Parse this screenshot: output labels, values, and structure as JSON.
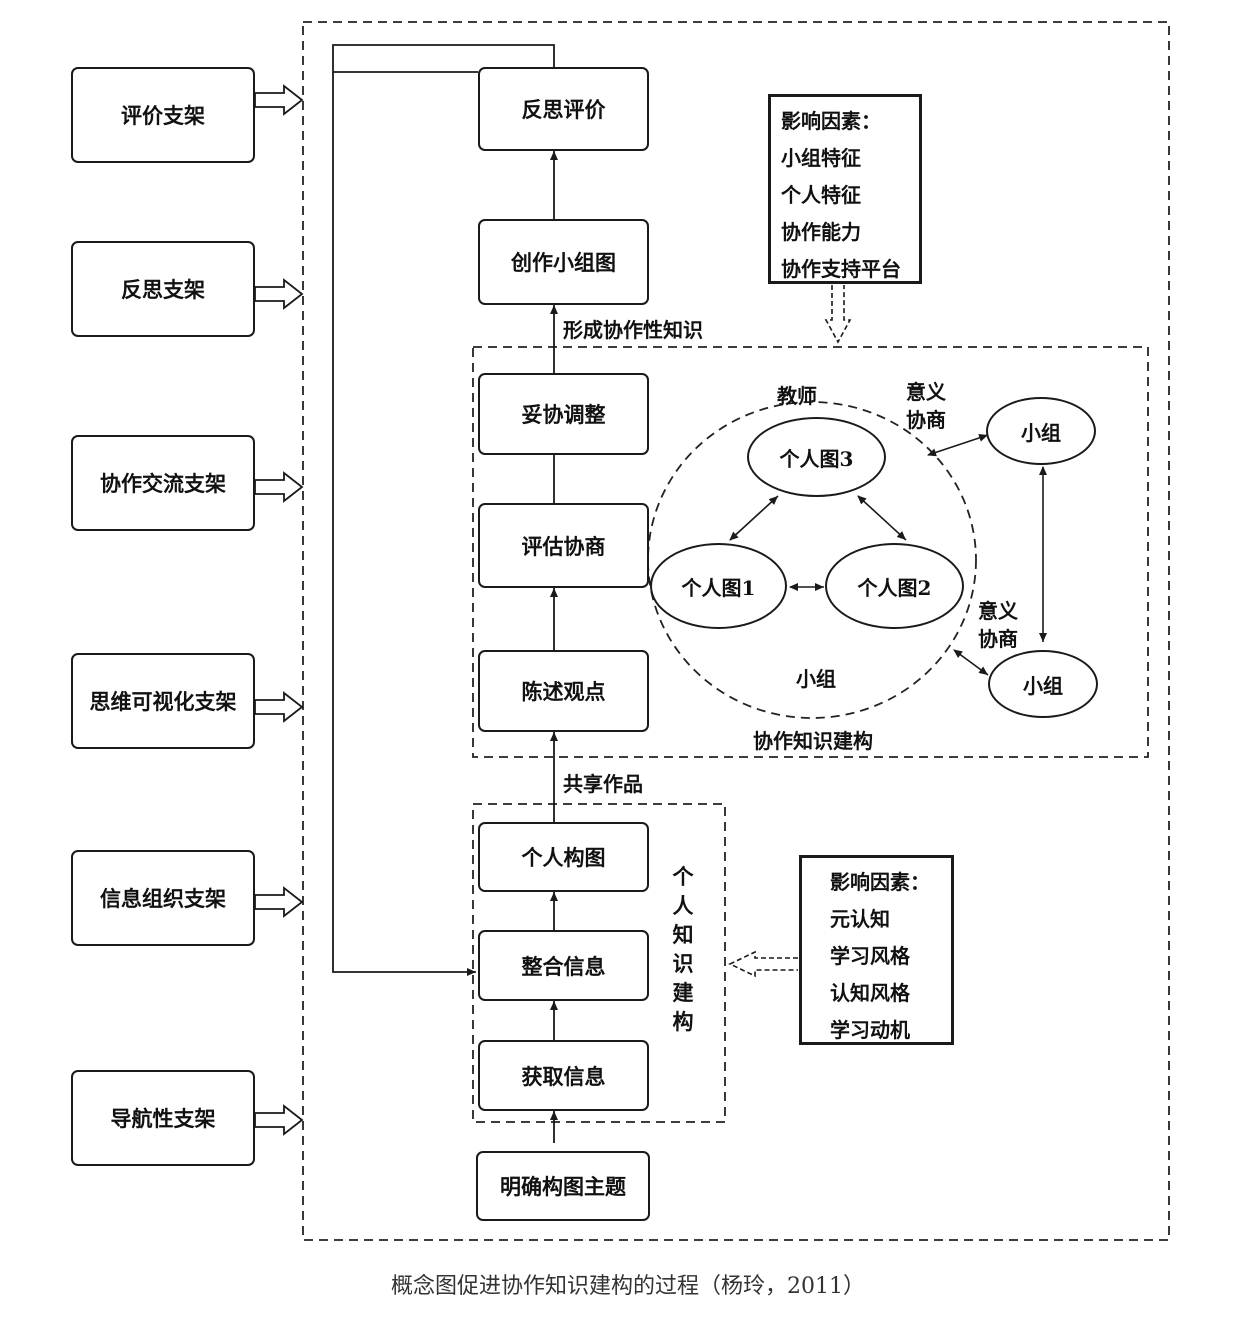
{
  "scaffolds": [
    "评价支架",
    "反思支架",
    "协作交流支架",
    "思维可视化支架",
    "信息组织支架",
    "导航性支架"
  ],
  "process": {
    "reflect_eval": "反思评价",
    "create_group_map": "创作小组图",
    "compromise_adjust": "妥协调整",
    "evaluate_negotiate": "评估协商",
    "state_view": "陈述观点",
    "personal_map": "个人构图",
    "integrate_info": "整合信息",
    "acquire_info": "获取信息",
    "clarify_topic": "明确构图主题"
  },
  "labels": {
    "form_knowledge": "形成协作性知识",
    "share_work": "共享作品",
    "teacher": "教师",
    "meaning_negotiation_1": "意义协商",
    "meaning_negotiation_2": "意义协商",
    "group_inner": "小组",
    "collab_construction": "协作知识建构",
    "personal_construction": "个人知识建构"
  },
  "nodes": {
    "personal_map_3": "个人图3",
    "personal_map_1": "个人图1",
    "personal_map_2": "个人图2",
    "group_1": "小组",
    "group_2": "小组"
  },
  "factors_top": {
    "title": "影响因素：",
    "items": [
      "小组特征",
      "个人特征",
      "协作能力",
      "协作支持平台"
    ]
  },
  "factors_bottom": {
    "title": "影响因素：",
    "items": [
      "元认知",
      "学习风格",
      "认知风格",
      "学习动机"
    ]
  },
  "caption": "概念图促进协作知识建构的过程（杨玲，2011）"
}
